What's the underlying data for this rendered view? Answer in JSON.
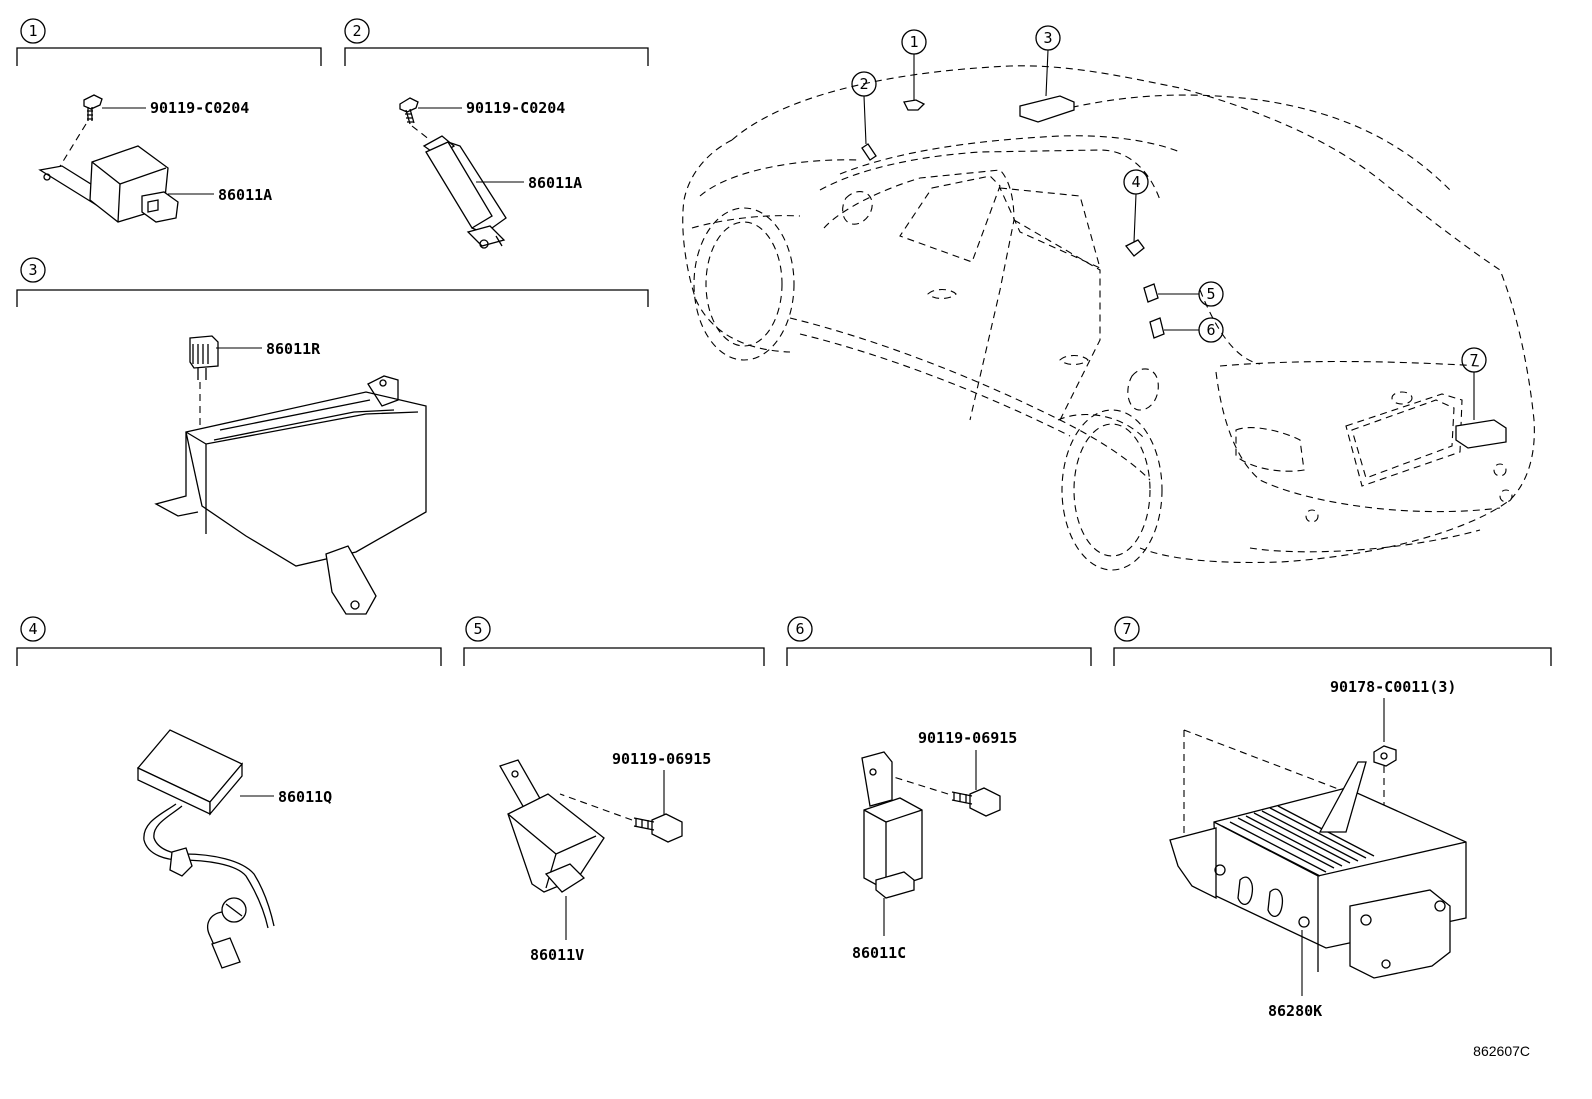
{
  "sections": [
    {
      "number": "1",
      "parts": [
        "90119-C0204",
        "86011A"
      ]
    },
    {
      "number": "2",
      "parts": [
        "90119-C0204",
        "86011A"
      ]
    },
    {
      "number": "3",
      "parts": [
        "86011R"
      ]
    },
    {
      "number": "4",
      "parts": [
        "86011Q"
      ]
    },
    {
      "number": "5",
      "parts": [
        "90119-06915",
        "86011V"
      ]
    },
    {
      "number": "6",
      "parts": [
        "90119-06915",
        "86011C"
      ]
    },
    {
      "number": "7",
      "parts": [
        "90178-C0011(3)",
        "86280K"
      ]
    }
  ],
  "car_callouts": [
    "1",
    "2",
    "3",
    "4",
    "5",
    "6",
    "7"
  ],
  "diagram_ref": "862607C"
}
